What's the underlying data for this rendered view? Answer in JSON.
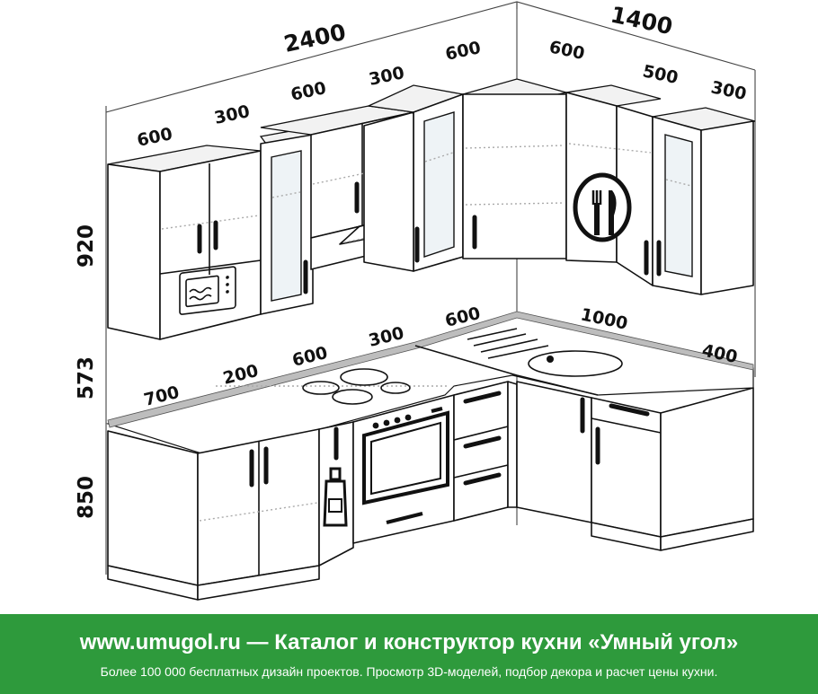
{
  "dimensions": {
    "upper_total": "2400",
    "upper_600_a": "600",
    "upper_300_a": "300",
    "upper_600_b": "600",
    "upper_300_b": "300",
    "upper_600_c": "600",
    "side_total": "1400",
    "side_600": "600",
    "side_500": "500",
    "side_300": "300",
    "height_upper": "920",
    "height_gap": "573",
    "height_base": "850",
    "base_700": "700",
    "base_200": "200",
    "base_600": "600",
    "base_300": "300",
    "base_600_corner": "600",
    "base_1000": "1000",
    "base_400": "400"
  },
  "footer": {
    "title": "www.umugol.ru — Каталог и конструктор кухни «Умный угол»",
    "subtitle": "Более 100 000 бесплатных дизайн проектов. Просмотр 3D-моделей, подбор декора и расчет цены кухни."
  },
  "colors": {
    "footer_bg": "#2e9a3c",
    "footer_text": "#ffffff",
    "worktop": "#bdbdbd"
  },
  "icons": [
    "microwave-icon",
    "range-hood-icon",
    "plate-fork-knife-icon",
    "hob-icon",
    "oven-icon",
    "sink-icon",
    "bottle-icon"
  ]
}
